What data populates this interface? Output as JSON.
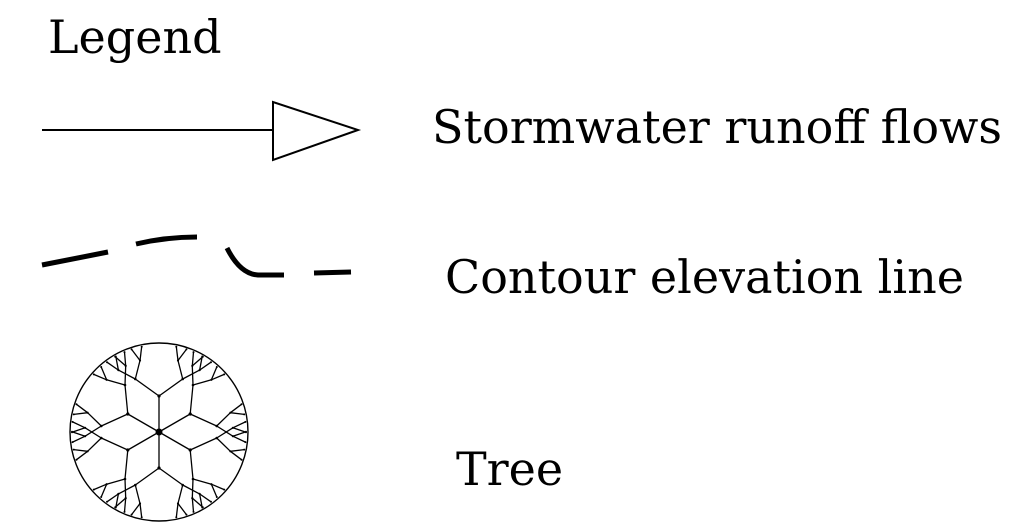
{
  "legend": {
    "title": "Legend",
    "items": [
      {
        "symbol": "arrow-icon",
        "label": "Stormwater runoff flows"
      },
      {
        "symbol": "dashed-line-icon",
        "label": "Contour elevation line"
      },
      {
        "symbol": "tree-icon",
        "label": "Tree"
      }
    ]
  },
  "colors": {
    "ink": "#000000",
    "background": "#ffffff"
  }
}
